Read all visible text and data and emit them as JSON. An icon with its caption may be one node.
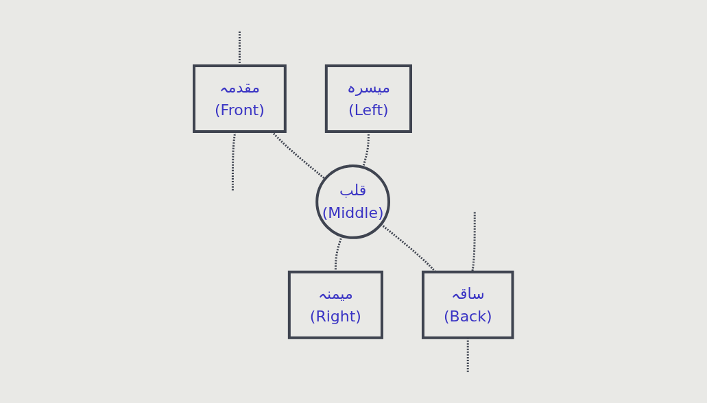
{
  "diagram": {
    "nodes": [
      {
        "text": [
          "مقدمہ",
          "(Front)"
        ]
      },
      {
        "text": [
          "میسرہ",
          "(Left)"
        ]
      },
      {
        "text": [
          "قلب",
          "(Middle)"
        ]
      },
      {
        "text": [
          "میمنہ",
          "(Right)"
        ]
      },
      {
        "text": [
          "ساقہ",
          "(Back)"
        ]
      }
    ],
    "edges": [
      {
        "from": null,
        "to": 0,
        "arrow": "none",
        "style": "dashed"
      },
      {
        "from": 0,
        "to": null,
        "arrow": "none",
        "style": "dashed"
      },
      {
        "from": 0,
        "to": 2,
        "arrow": "none",
        "style": "dashed"
      },
      {
        "from": 1,
        "to": 2,
        "arrow": "none",
        "style": "dashed"
      },
      {
        "from": 2,
        "to": 3,
        "arrow": "none",
        "style": "dashed"
      },
      {
        "from": 2,
        "to": 4,
        "arrow": "none",
        "style": "dashed"
      },
      {
        "from": null,
        "to": 4,
        "arrow": "none",
        "style": "dashed"
      },
      {
        "from": 4,
        "to": null,
        "arrow": "none",
        "style": "dashed"
      }
    ]
  }
}
